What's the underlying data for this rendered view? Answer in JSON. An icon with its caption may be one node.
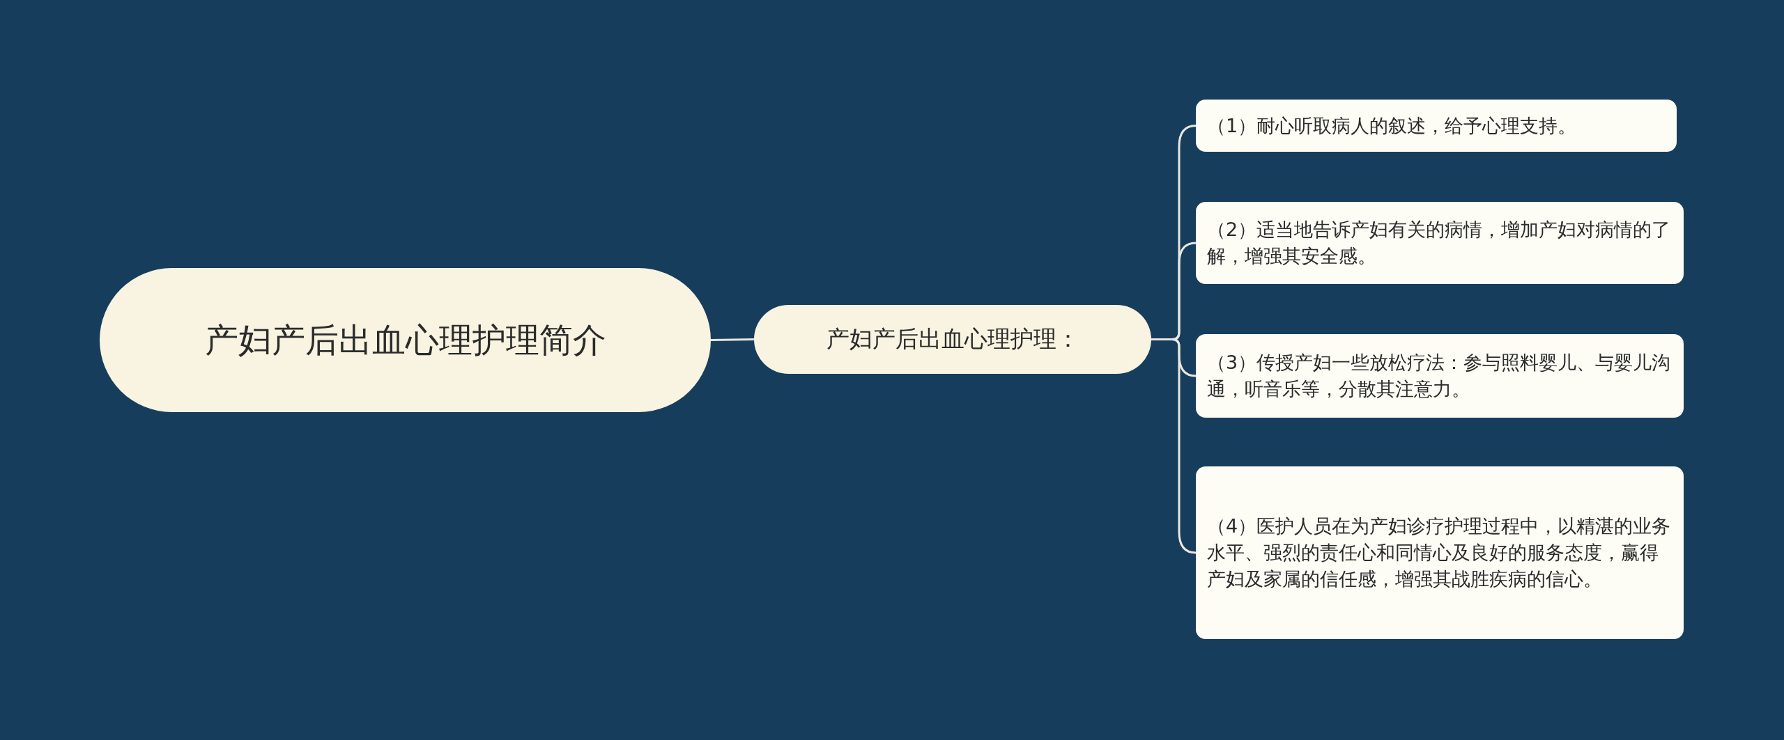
{
  "diagram": {
    "nodes": [
      {
        "text": [
          "产妇产后出血心理护理简介"
        ]
      },
      {
        "text": [
          "产妇产后出血心理护理："
        ]
      },
      {
        "text": [
          "（1）耐心听取病人的叙述，给予心理支持。"
        ]
      },
      {
        "text": [
          "（2）适当地告诉产妇有关的病情，增加产妇对病情的了解，增强其安全感。"
        ]
      },
      {
        "text": [
          "（3）传授产妇一些放松疗法：参与照料婴儿、与婴儿沟通，听音乐等，分散其注意力。"
        ]
      },
      {
        "text": [
          "（4）医护人员在为产妇诊疗护理过程中，以精湛的业务水平、强烈的责任心和同情心及良好的服务态度，赢得产妇及家属的信任感，增强其战胜疾病的信心。"
        ]
      }
    ],
    "edges": [
      {
        "from": 0,
        "to": 1,
        "arrow": "none"
      },
      {
        "from": 1,
        "to": 2,
        "arrow": "none"
      },
      {
        "from": 1,
        "to": 3,
        "arrow": "none"
      },
      {
        "from": 1,
        "to": 4,
        "arrow": "none"
      },
      {
        "from": 1,
        "to": 5,
        "arrow": "none"
      }
    ]
  }
}
